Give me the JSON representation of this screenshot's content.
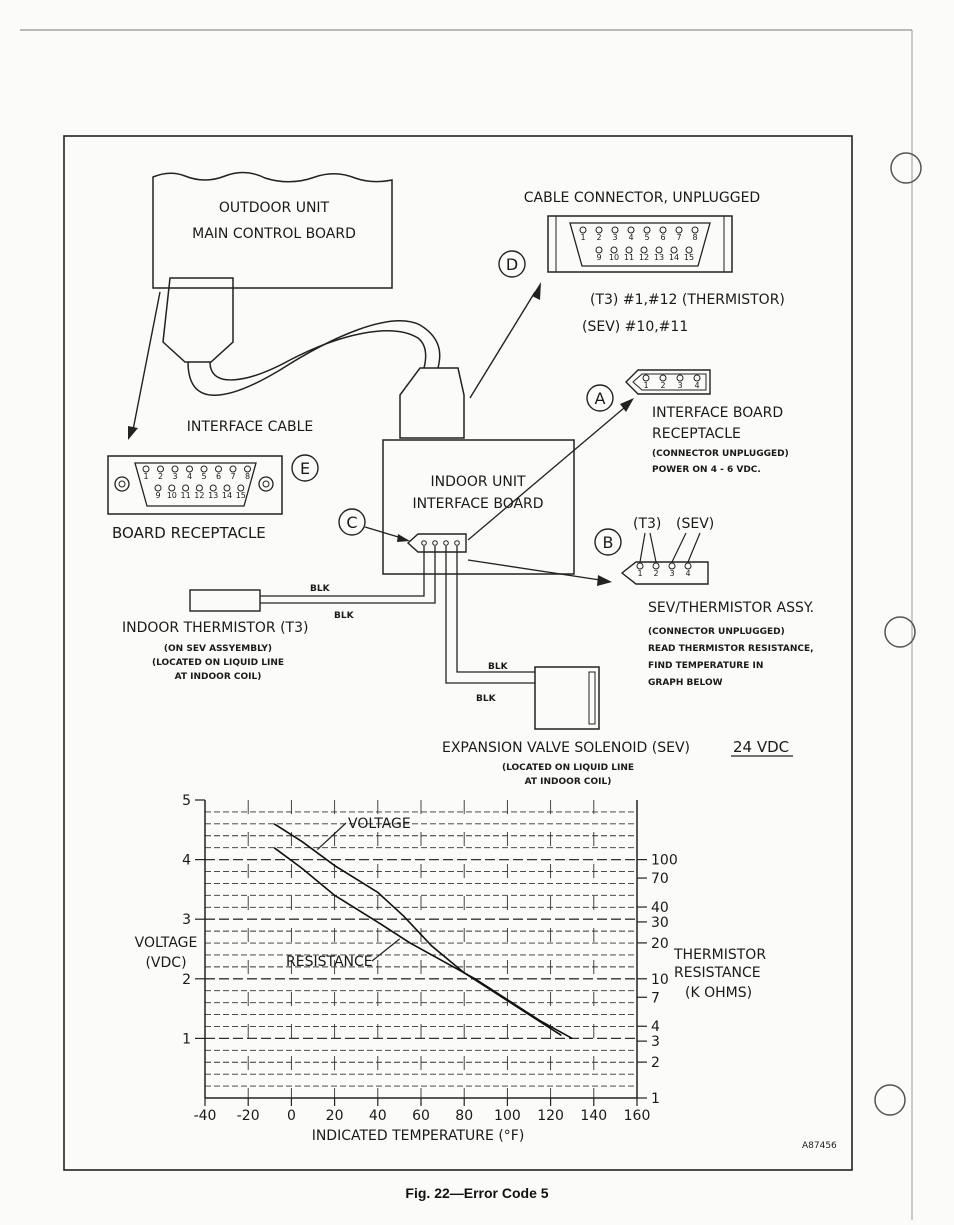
{
  "figure": {
    "caption": "Fig. 22—Error Code 5",
    "code": "A87456"
  },
  "outdoor_unit": {
    "line1": "OUTDOOR UNIT",
    "line2": "MAIN CONTROL BOARD"
  },
  "cable_connector": {
    "title": "CABLE CONNECTOR, UNPLUGGED",
    "pins_top": [
      "1",
      "2",
      "3",
      "4",
      "5",
      "6",
      "7",
      "8"
    ],
    "pins_bottom": [
      "9",
      "10",
      "11",
      "12",
      "13",
      "14",
      "15"
    ],
    "note_t3": "(T3) #1,#12 (THERMISTOR)",
    "note_sev": "(SEV) #10,#11"
  },
  "callouts": [
    "A",
    "B",
    "C",
    "D",
    "E"
  ],
  "interface_cable": {
    "label": "INTERFACE CABLE"
  },
  "board_receptacle": {
    "label": "BOARD RECEPTACLE"
  },
  "indoor_board": {
    "line1": "INDOOR UNIT",
    "line2": "INTERFACE BOARD"
  },
  "interface_receptacle": {
    "pins": [
      "1",
      "2",
      "3",
      "4"
    ],
    "line1": "INTERFACE BOARD",
    "line2": "RECEPTACLE",
    "note1": "(CONNECTOR UNPLUGGED)",
    "note2": "POWER ON 4 - 6 VDC."
  },
  "sev_assy": {
    "pin_t3": "(T3)",
    "pin_sev": "(SEV)",
    "pins": [
      "1",
      "2",
      "3",
      "4"
    ],
    "title": "SEV/THERMISTOR ASSY.",
    "note1": "(CONNECTOR UNPLUGGED)",
    "note2": "READ THERMISTOR RESISTANCE,",
    "note3": "FIND TEMPERATURE IN",
    "note4": "GRAPH BELOW"
  },
  "indoor_thermistor": {
    "label": "INDOOR THERMISTOR (T3)",
    "note1": "(ON SEV ASSYEMBLY)",
    "note2": "(LOCATED ON LIQUID LINE",
    "note3": "AT INDOOR COIL)"
  },
  "wires": {
    "blk": "BLK"
  },
  "solenoid": {
    "label": "EXPANSION VALVE SOLENOID (SEV)",
    "voltage": "24 VDC",
    "note1": "(LOCATED ON LIQUID LINE",
    "note2": "AT INDOOR COIL)"
  },
  "chart_data": {
    "type": "line",
    "title": "",
    "xlabel": "INDICATED TEMPERATURE (°F)",
    "ylabel": [
      "VOLTAGE",
      "(VDC)"
    ],
    "y2label": [
      "THERMISTOR",
      "RESISTANCE",
      "(K OHMS)"
    ],
    "xlim": [
      -40,
      160
    ],
    "ylim": [
      0,
      5
    ],
    "x_ticks": [
      "-40",
      "-20",
      "0",
      "20",
      "40",
      "60",
      "80",
      "100",
      "120",
      "140",
      "160"
    ],
    "y_ticks": [
      "1",
      "2",
      "3",
      "4",
      "5"
    ],
    "y2_ticks": [
      "100",
      "70",
      "40",
      "30",
      "20",
      "10",
      "7",
      "4",
      "3",
      "2",
      "1"
    ],
    "series": [
      {
        "name": "VOLTAGE",
        "x": [
          -8,
          5,
          20,
          40,
          52,
          65,
          80,
          95,
          110,
          125
        ],
        "y": [
          4.6,
          4.3,
          3.9,
          3.45,
          3.05,
          2.55,
          2.1,
          1.75,
          1.4,
          1.05
        ]
      },
      {
        "name": "RESISTANCE",
        "x": [
          -8,
          5,
          20,
          40,
          55,
          70,
          85,
          100,
          115,
          130
        ],
        "y": [
          4.2,
          3.85,
          3.4,
          2.95,
          2.6,
          2.3,
          2.0,
          1.65,
          1.3,
          1.0
        ]
      }
    ]
  }
}
